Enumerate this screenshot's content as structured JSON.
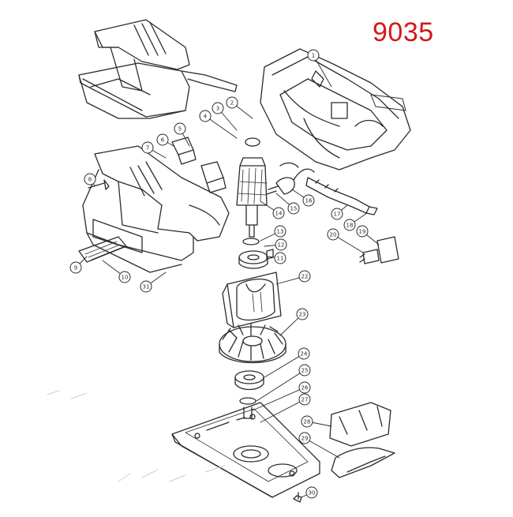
{
  "model_number": "9035",
  "part_numbers": [
    "1",
    "2",
    "3",
    "4",
    "5",
    "6",
    "7",
    "8",
    "9",
    "10",
    "11",
    "12",
    "13",
    "14",
    "15",
    "16",
    "17",
    "18",
    "19",
    "20",
    "22",
    "23",
    "24",
    "25",
    "26",
    "27",
    "28",
    "29",
    "30",
    "31"
  ],
  "colors": {
    "line": "#2b2b2b",
    "model_number": "#d11919",
    "paper": "#fdfcf9"
  }
}
